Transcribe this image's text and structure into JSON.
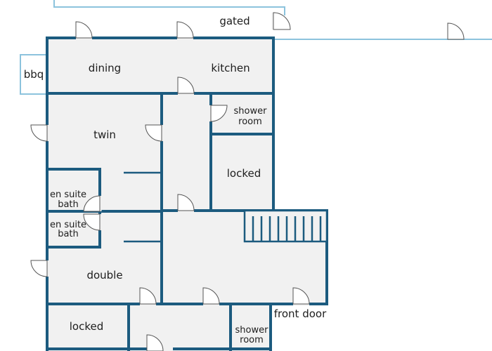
{
  "floorplan": {
    "colors": {
      "wall": "#1c5b7f",
      "outdoor_line": "#8cc3dd",
      "floor": "#f1f1f1"
    },
    "labels": {
      "gated": "gated",
      "bbq": "bbq",
      "dining": "dining",
      "kitchen": "kitchen",
      "shower_room_1_a": "shower",
      "shower_room_1_b": "room",
      "twin": "twin",
      "locked_1": "locked",
      "en_suite_1_a": "en suite",
      "en_suite_1_b": "bath",
      "en_suite_2_a": "en suite",
      "en_suite_2_b": "bath",
      "double": "double",
      "front_door": "front door",
      "locked_2": "locked",
      "shower_room_2_a": "shower",
      "shower_room_2_b": "room"
    }
  }
}
